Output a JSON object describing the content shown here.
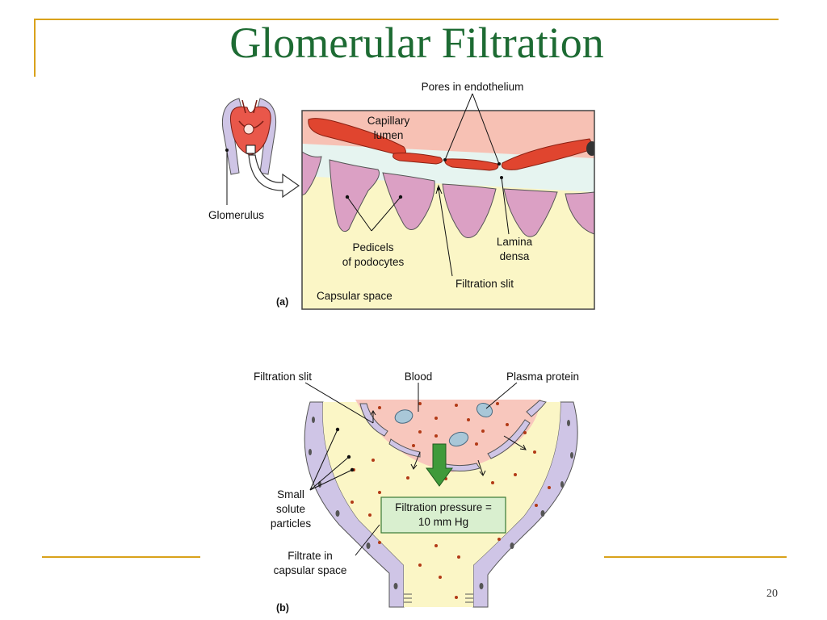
{
  "slide": {
    "title": "Glomerular Filtration",
    "page_number": "20"
  },
  "colors": {
    "title": "#1d6b33",
    "frame": "#d9a21b",
    "capsular_space": "#fbf6c6",
    "capillary_lumen": "#f7c1b4",
    "blood_cell": "#e0452f",
    "podocyte": "#dba0c4",
    "basement_membrane": "#e6f4f0",
    "capsule_wall": "#cfc5e6",
    "arrow": "#3f9a3a",
    "box_fill": "#d9efcf",
    "particle": "#b23a16",
    "plasma_protein": "#a9c7d8"
  },
  "panel_a": {
    "tag": "(a)",
    "labels": {
      "pores": "Pores in endothelium",
      "capillary": "Capillary",
      "lumen": "lumen",
      "glomerulus": "Glomerulus",
      "pedicels_1": "Pedicels",
      "pedicels_2": "of podocytes",
      "lamina_1": "Lamina",
      "lamina_2": "densa",
      "filtration_slit": "Filtration slit",
      "capsular_space": "Capsular space"
    }
  },
  "panel_b": {
    "tag": "(b)",
    "labels": {
      "filtration_slit": "Filtration slit",
      "blood": "Blood",
      "plasma_protein": "Plasma protein",
      "small_1": "Small",
      "small_2": "solute",
      "small_3": "particles",
      "filtrate_1": "Filtrate in",
      "filtrate_2": "capsular space",
      "pressure_1": "Filtration pressure =",
      "pressure_2": "10 mm Hg"
    }
  }
}
